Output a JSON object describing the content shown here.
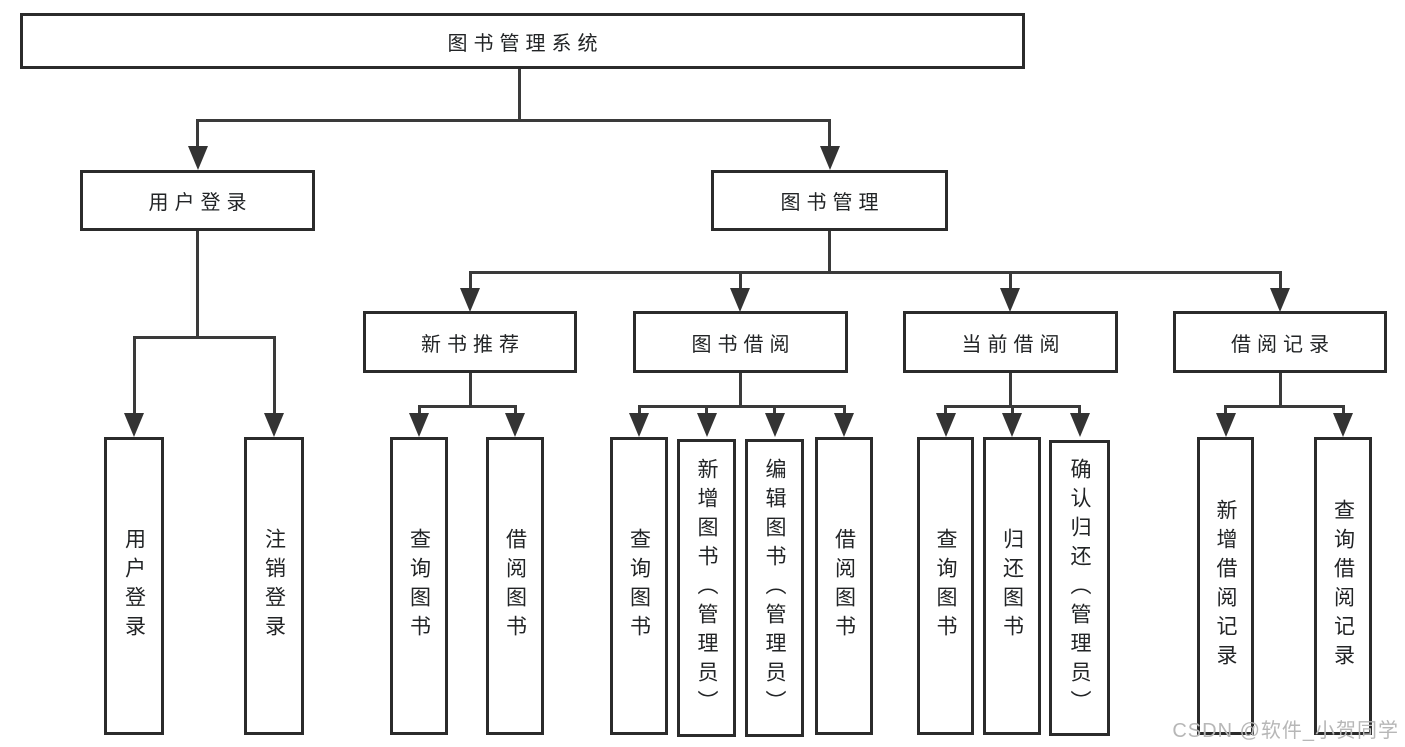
{
  "title": "图书管理系统",
  "level2": {
    "user_login": "用户登录",
    "book_mgmt": "图书管理"
  },
  "level3": {
    "new_books": "新书推荐",
    "book_borrow": "图书借阅",
    "current_borrow": "当前借阅",
    "borrow_records": "借阅记录"
  },
  "leaves": {
    "user_login": "用户登录",
    "logout": "注销登录",
    "nb_query": "查询图书",
    "nb_borrow": "借阅图书",
    "bb_query": "查询图书",
    "bb_add": "新增图书（管理员）",
    "bb_edit": "编辑图书（管理员）",
    "bb_borrow": "借阅图书",
    "cb_query": "查询图书",
    "cb_return": "归还图书",
    "cb_confirm": "确认归还（管理员）",
    "br_add": "新增借阅记录",
    "br_query": "查询借阅记录"
  },
  "watermark": "CSDN @软件_小贺同学"
}
